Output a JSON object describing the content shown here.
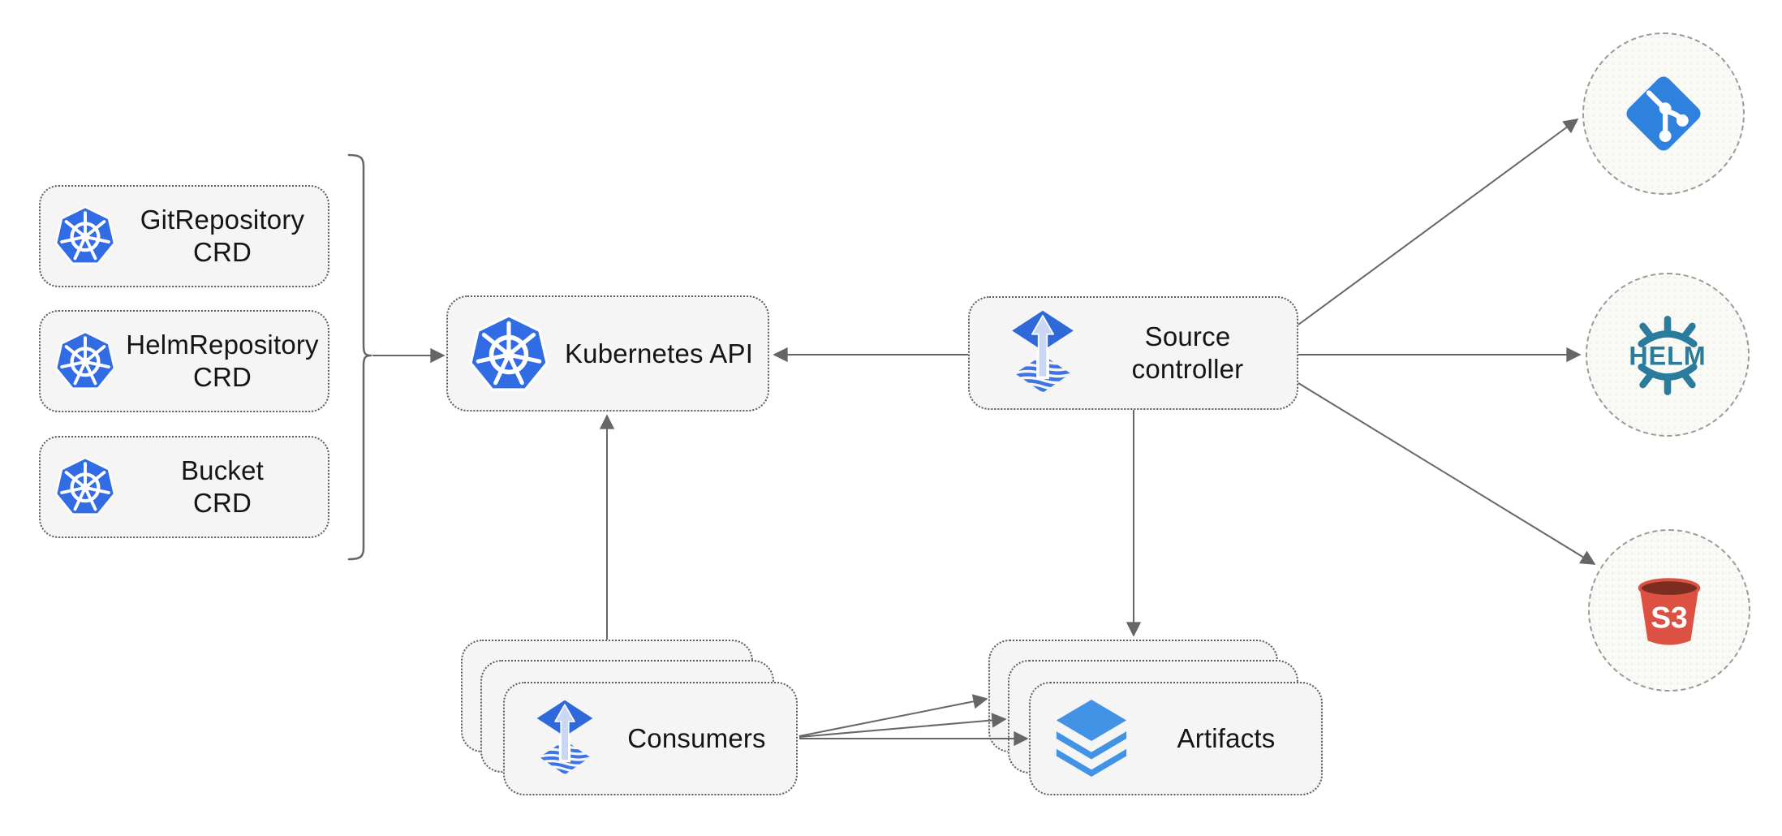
{
  "colors": {
    "canvas-bg": "#ffffff",
    "node-fill": "#f5f5f5",
    "node-border": "#5c5c5c",
    "circle-fill": "#f9f9f6",
    "circle-border": "#9a9a9a",
    "arrow": "#666666",
    "label-text": "#151515",
    "kubernetes-blue": "#326ce5",
    "flux-diamond-blue": "#2f68d9",
    "flux-wave-blue": "#3c74e6",
    "flux-arrow-light": "#c9d7f2",
    "layers-blue": "#4292e6",
    "git-blue": "#2e82de",
    "helm-teal": "#2a7b9c",
    "s3-red": "#dd5143",
    "s3-dark-red": "#7b2d22"
  },
  "nodes": {
    "crd_boxes": [
      {
        "id": "gitrepository-crd",
        "line1": "GitRepository",
        "line2": "CRD"
      },
      {
        "id": "helmrepository-crd",
        "line1": "HelmRepository",
        "line2": "CRD"
      },
      {
        "id": "bucket-crd",
        "line1": "Bucket",
        "line2": "CRD"
      }
    ],
    "kubernetes_api": {
      "label": "Kubernetes API"
    },
    "source_controller": {
      "line1": "Source",
      "line2": "controller"
    },
    "consumers": {
      "label": "Consumers"
    },
    "artifacts": {
      "label": "Artifacts"
    },
    "externals": {
      "git": {
        "name": "git-repository"
      },
      "helm": {
        "name": "helm-repository",
        "label": "HELM"
      },
      "s3": {
        "name": "s3-bucket",
        "label": "S3"
      }
    }
  },
  "edges": [
    {
      "from": "crd-group",
      "to": "kubernetes-api"
    },
    {
      "from": "source-controller",
      "to": "kubernetes-api"
    },
    {
      "from": "consumers",
      "to": "kubernetes-api"
    },
    {
      "from": "source-controller",
      "to": "git-repository"
    },
    {
      "from": "source-controller",
      "to": "helm-repository"
    },
    {
      "from": "source-controller",
      "to": "s3-bucket"
    },
    {
      "from": "source-controller",
      "to": "artifacts"
    },
    {
      "from": "consumers",
      "to": "artifacts"
    },
    {
      "from": "consumers",
      "to": "artifacts"
    },
    {
      "from": "consumers",
      "to": "artifacts"
    }
  ]
}
